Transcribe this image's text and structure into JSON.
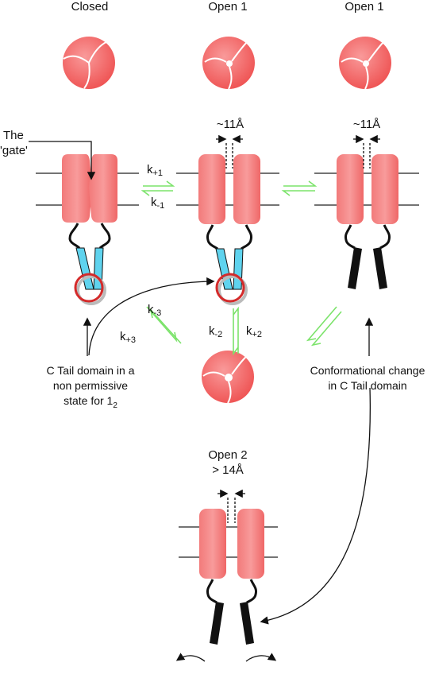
{
  "headers": [
    "Closed",
    "Open 1",
    "Open 1"
  ],
  "gate_label": [
    "The",
    "'gate'"
  ],
  "dist_1": "~11Å",
  "dist_2": "~11Å",
  "rates": {
    "k_p1": {
      "base": "k",
      "sub": "+1"
    },
    "k_m1": {
      "base": "k",
      "sub": "-1"
    },
    "k_m3": {
      "base": "k",
      "sub": "-3"
    },
    "k_p3": {
      "base": "k",
      "sub": "+3"
    },
    "k_m2": {
      "base": "k",
      "sub": "-2"
    },
    "k_p2": {
      "base": "k",
      "sub": "+2"
    }
  },
  "left_note": {
    "line1": "C Tail domain in a",
    "line2": "non permissive",
    "line3_pre": "state for 1",
    "line3_sub": "2"
  },
  "right_note": {
    "line1": "Conformational change",
    "line2": "in C Tail domain"
  },
  "open2_label": "Open 2",
  "open2_dist": "> 14Å",
  "colors": {
    "subunit": "#f26b6b",
    "subunit_light": "#f9a3a3",
    "tail_cyan": "#5fd3ee",
    "tail_black": "#111111",
    "equilibrium_arrow": "#7be36a",
    "highlight_ring": "#d42a2a"
  }
}
